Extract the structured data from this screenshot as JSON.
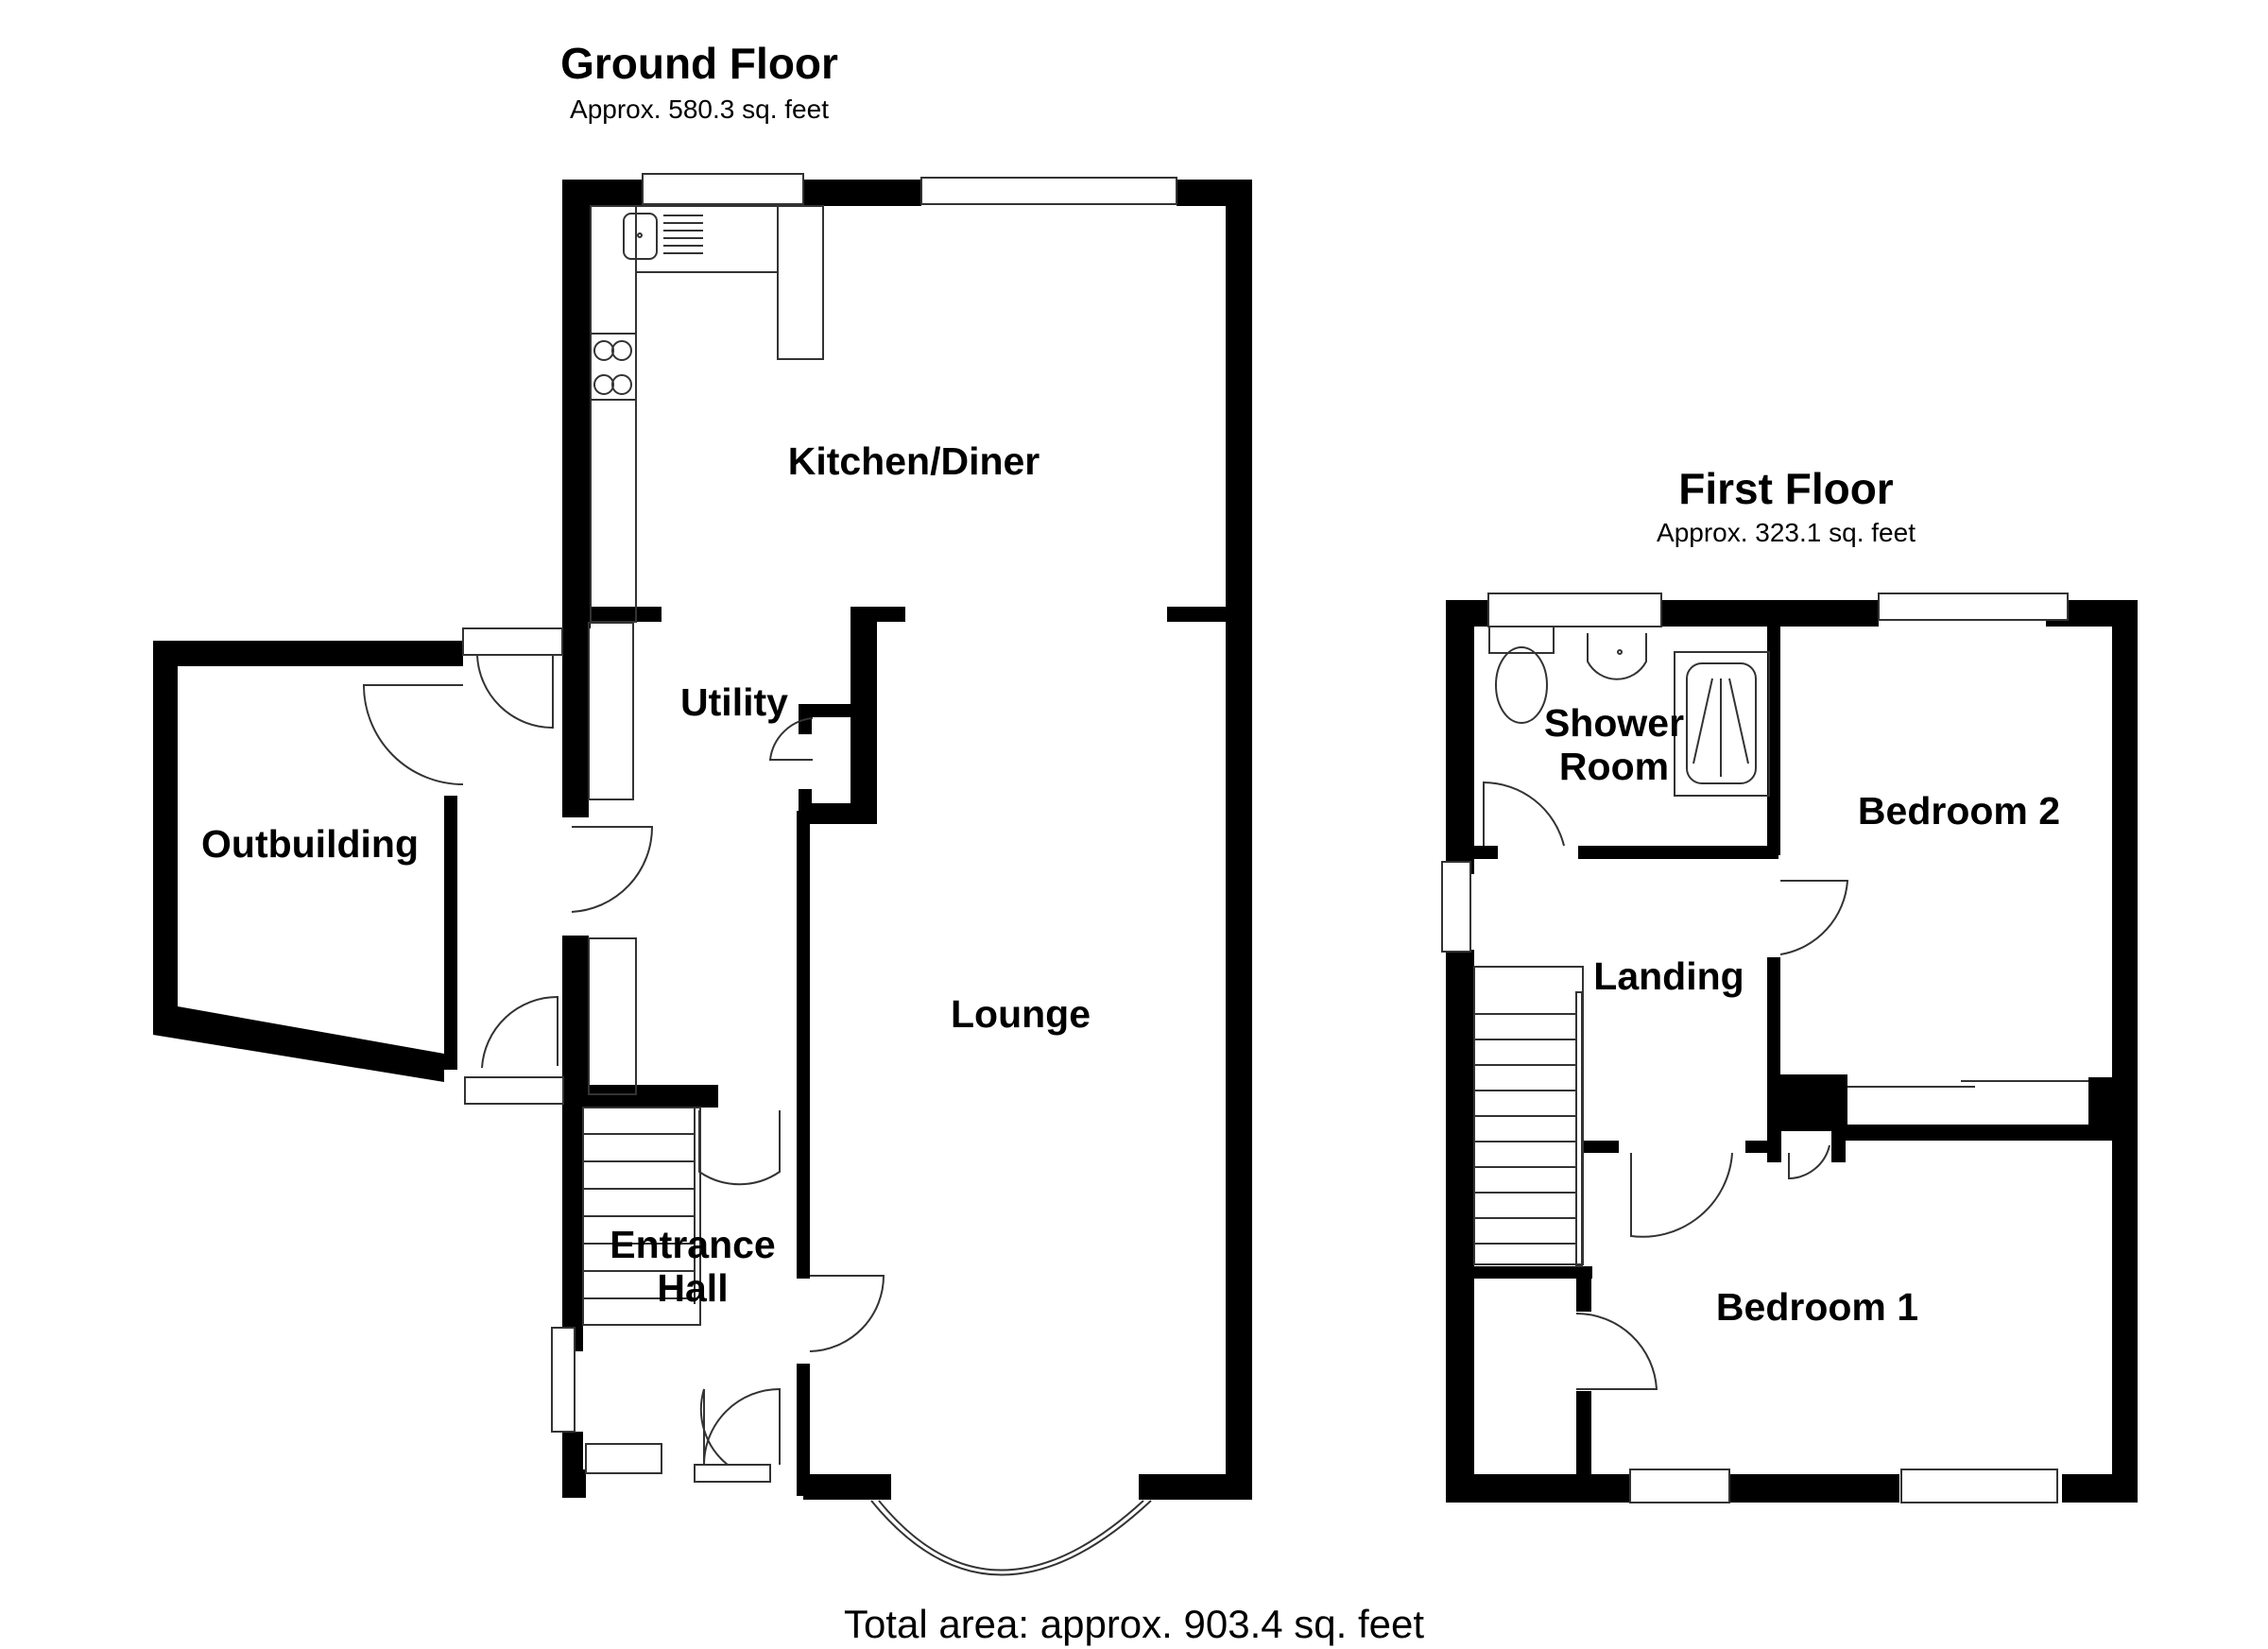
{
  "ground_floor": {
    "title": "Ground Floor",
    "area": "Approx. 580.3 sq. feet",
    "rooms": [
      {
        "name": "Kitchen/Diner"
      },
      {
        "name": "Utility"
      },
      {
        "name": "Outbuilding"
      },
      {
        "name": "Lounge"
      },
      {
        "name": "Entrance\nHall",
        "line1": "Entrance",
        "line2": "Hall"
      }
    ]
  },
  "first_floor": {
    "title": "First Floor",
    "area": "Approx. 323.1 sq. feet",
    "rooms": [
      {
        "name": "Shower Room",
        "line1": "Shower",
        "line2": "Room"
      },
      {
        "name": "Bedroom 2"
      },
      {
        "name": "Landing"
      },
      {
        "name": "Bedroom 1"
      }
    ]
  },
  "total_area": "Total area: approx. 903.4 sq. feet",
  "colors": {
    "walls": "#000000",
    "lines": "#333333",
    "background": "#ffffff"
  }
}
